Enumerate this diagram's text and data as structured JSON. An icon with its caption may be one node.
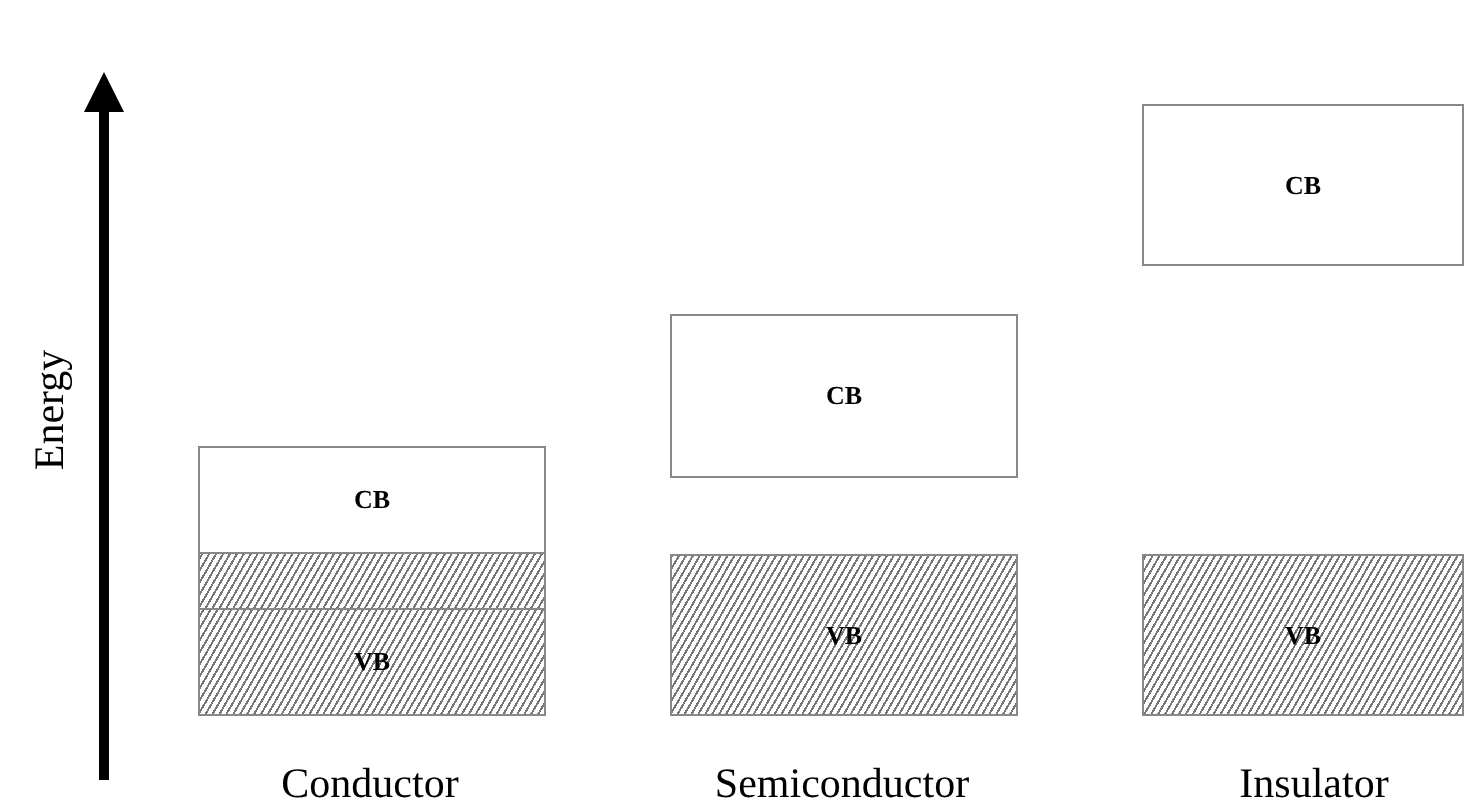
{
  "diagram": {
    "nodes": [
      {
        "text": [
          "CB"
        ]
      },
      {
        "text": [],
        "shape": "bar"
      },
      {
        "text": [
          "VB"
        ]
      },
      {
        "text": [
          "CB"
        ]
      },
      {
        "text": [
          "VB"
        ]
      },
      {
        "text": [
          "CB"
        ]
      },
      {
        "text": [
          "VB"
        ]
      }
    ],
    "labels": [
      "Energy",
      "Conductor",
      "Semiconductor",
      "Insulator"
    ]
  }
}
